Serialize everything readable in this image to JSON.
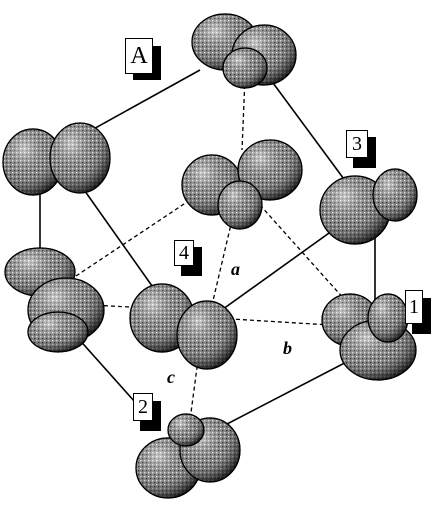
{
  "corner_labels": {
    "A": "A",
    "one": "1",
    "two": "2",
    "three": "3",
    "four": "4"
  },
  "axis_labels": {
    "a": "a",
    "b": "b",
    "c": "c"
  },
  "colors": {
    "lobe_fill": "#6e6e6e",
    "lobe_dark": "#1e1e1e",
    "lobe_light": "#bdbdbd",
    "edge": "#000000",
    "label_shadow": "#000000"
  },
  "lattice": {
    "solid_edges": "black",
    "hidden_edges": "dashed",
    "axis_lines": "dash-dot"
  }
}
